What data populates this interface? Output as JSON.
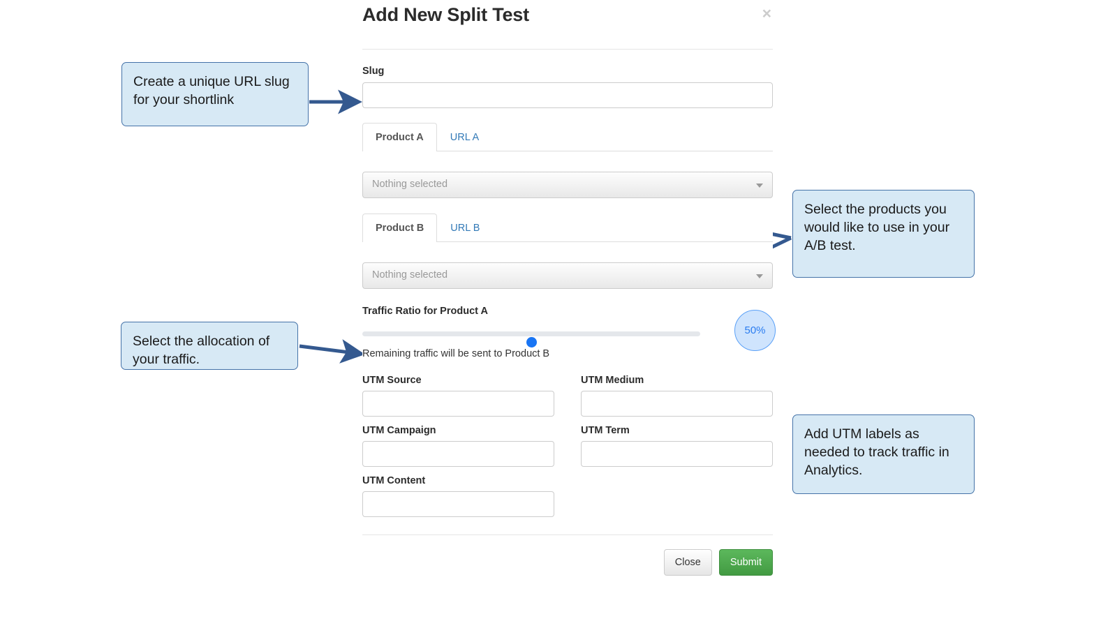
{
  "modal": {
    "title": "Add New Split Test",
    "close_icon": "close-icon",
    "close_glyph": "×",
    "slug": {
      "label": "Slug",
      "value": "",
      "placeholder": ""
    },
    "product_a": {
      "tabs": [
        {
          "label": "Product A",
          "active": true
        },
        {
          "label": "URL A",
          "active": false
        }
      ],
      "select": {
        "value": "Nothing selected",
        "caret_icon": "chevron-down-icon"
      }
    },
    "product_b": {
      "tabs": [
        {
          "label": "Product B",
          "active": true
        },
        {
          "label": "URL B",
          "active": false
        }
      ],
      "select": {
        "value": "Nothing selected",
        "caret_icon": "chevron-down-icon"
      }
    },
    "traffic": {
      "label": "Traffic Ratio for Product A",
      "percent_label": "50%",
      "percent_value": 50,
      "help_text": "Remaining traffic will be sent to Product B"
    },
    "utm": {
      "fields": [
        {
          "label": "UTM Source",
          "value": "",
          "column": "left"
        },
        {
          "label": "UTM Medium",
          "value": "",
          "column": "right"
        },
        {
          "label": "UTM Campaign",
          "value": "",
          "column": "left"
        },
        {
          "label": "UTM Term",
          "value": "",
          "column": "right"
        },
        {
          "label": "UTM Content",
          "value": "",
          "column": "left"
        }
      ]
    },
    "footer": {
      "close_label": "Close",
      "submit_label": "Submit"
    }
  },
  "annotations": [
    {
      "id": "slug-note",
      "text": "Create a unique URL slug for your shortlink"
    },
    {
      "id": "products-note",
      "text": "Select the products you would like to use in your A/B test."
    },
    {
      "id": "traffic-note",
      "text": "Select the allocation of your traffic."
    },
    {
      "id": "utm-note",
      "text": "Add UTM labels as needed to track traffic in Analytics."
    }
  ],
  "colors": {
    "accent_blue": "#337ab7",
    "arrow_blue": "#34598f",
    "callout_fill": "#d7e9f5",
    "callout_border": "#4472a8",
    "submit_green": "#4cae4c",
    "slider_blue": "#1975f4"
  }
}
